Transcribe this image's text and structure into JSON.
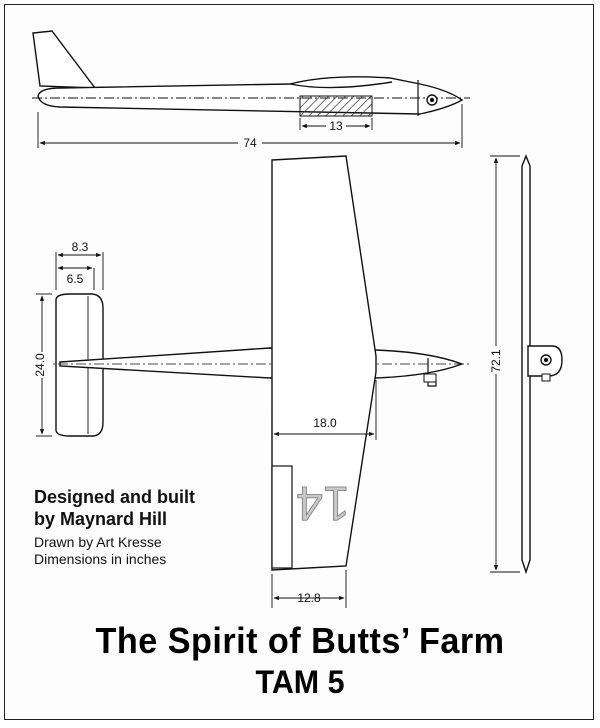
{
  "dimensions": {
    "length_overall": "74",
    "hatched_section": "13",
    "tail_span_outer": "8.3",
    "tail_span_inner": "6.5",
    "stab_span": "24.0",
    "wing_chord_root": "18.0",
    "wing_chord_tip": "12.8",
    "wing_span": "72.1"
  },
  "wing_marking": "14",
  "credits": {
    "designed_line1": "Designed and built",
    "designed_line2": "by Maynard Hill",
    "drawn_by": "Drawn by Art Kresse",
    "units": "Dimensions in inches"
  },
  "title": {
    "main": "The Spirit of Butts’ Farm",
    "sub": "TAM 5"
  }
}
